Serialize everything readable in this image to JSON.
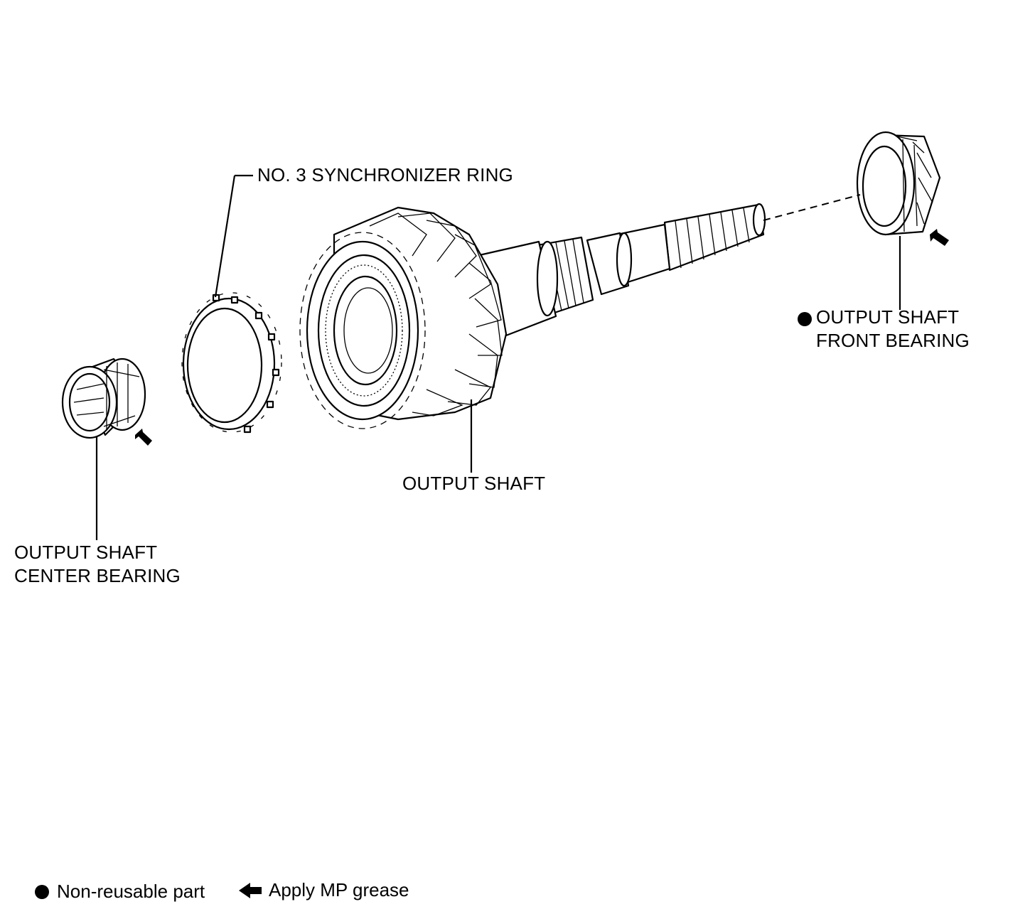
{
  "labels": {
    "sync_ring": "NO. 3 SYNCHRONIZER RING",
    "front_bearing_line1": "OUTPUT SHAFT",
    "front_bearing_line2": "FRONT BEARING",
    "output_shaft": "OUTPUT SHAFT",
    "center_bearing_line1": "OUTPUT SHAFT",
    "center_bearing_line2": "CENTER BEARING"
  },
  "legend": {
    "non_reusable": "Non-reusable part",
    "grease": "Apply MP grease"
  },
  "icons": {
    "non_reusable": "filled-circle-icon",
    "grease": "left-arrow-icon"
  },
  "colors": {
    "ink": "#000000",
    "paper": "#ffffff"
  }
}
